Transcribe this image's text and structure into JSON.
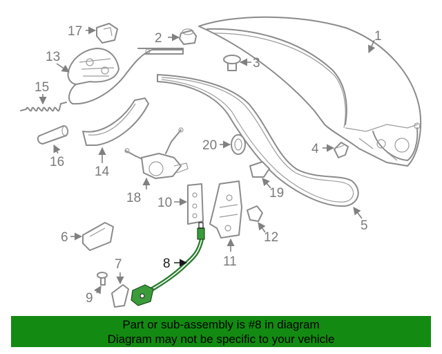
{
  "diagram": {
    "callouts": [
      "1",
      "2",
      "3",
      "4",
      "5",
      "6",
      "7",
      "8",
      "9",
      "10",
      "11",
      "12",
      "13",
      "14",
      "15",
      "16",
      "17",
      "18",
      "19",
      "20"
    ],
    "highlighted_callout": "8"
  },
  "banner": {
    "line1": "Part or sub-assembly is #8 in diagram",
    "line2": "Diagram may not be specific to your vehicle"
  },
  "colors": {
    "banner_bg": "#138a12",
    "highlight": "#2e7d32",
    "line_art": "#8a8a8a"
  }
}
